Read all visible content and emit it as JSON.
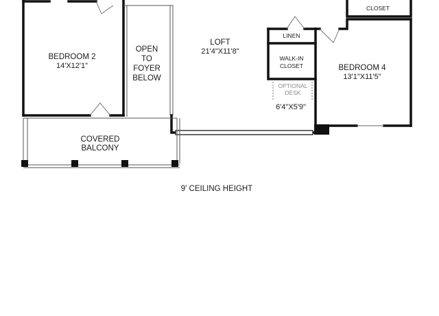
{
  "rooms": {
    "closet_top_right": {
      "name": "CLOSET"
    },
    "bedroom2": {
      "name": "BEDROOM 2",
      "dimensions": "14'X12'1\""
    },
    "open_foyer": {
      "line1": "OPEN",
      "line2": "TO",
      "line3": "FOYER",
      "line4": "BELOW"
    },
    "loft": {
      "name": "LOFT",
      "dimensions": "21'4\"X11'8\""
    },
    "linen": {
      "name": "LINEN"
    },
    "walkin_closet": {
      "line1": "WALK-IN",
      "line2": "CLOSET"
    },
    "bedroom4": {
      "name": "BEDROOM 4",
      "dimensions": "13'1\"X11'5\""
    },
    "optional_desk": {
      "line1": "OPTIONAL",
      "line2": "DESK",
      "dimensions": "6'4\"X5'9\""
    },
    "covered_balcony": {
      "line1": "COVERED",
      "line2": "BALCONY"
    }
  },
  "notes": {
    "ceiling": "9' CEILING HEIGHT"
  },
  "colors": {
    "wall": "#111111",
    "text": "#1a1a1a",
    "muted": "#8a8a8a",
    "background": "#ffffff"
  }
}
